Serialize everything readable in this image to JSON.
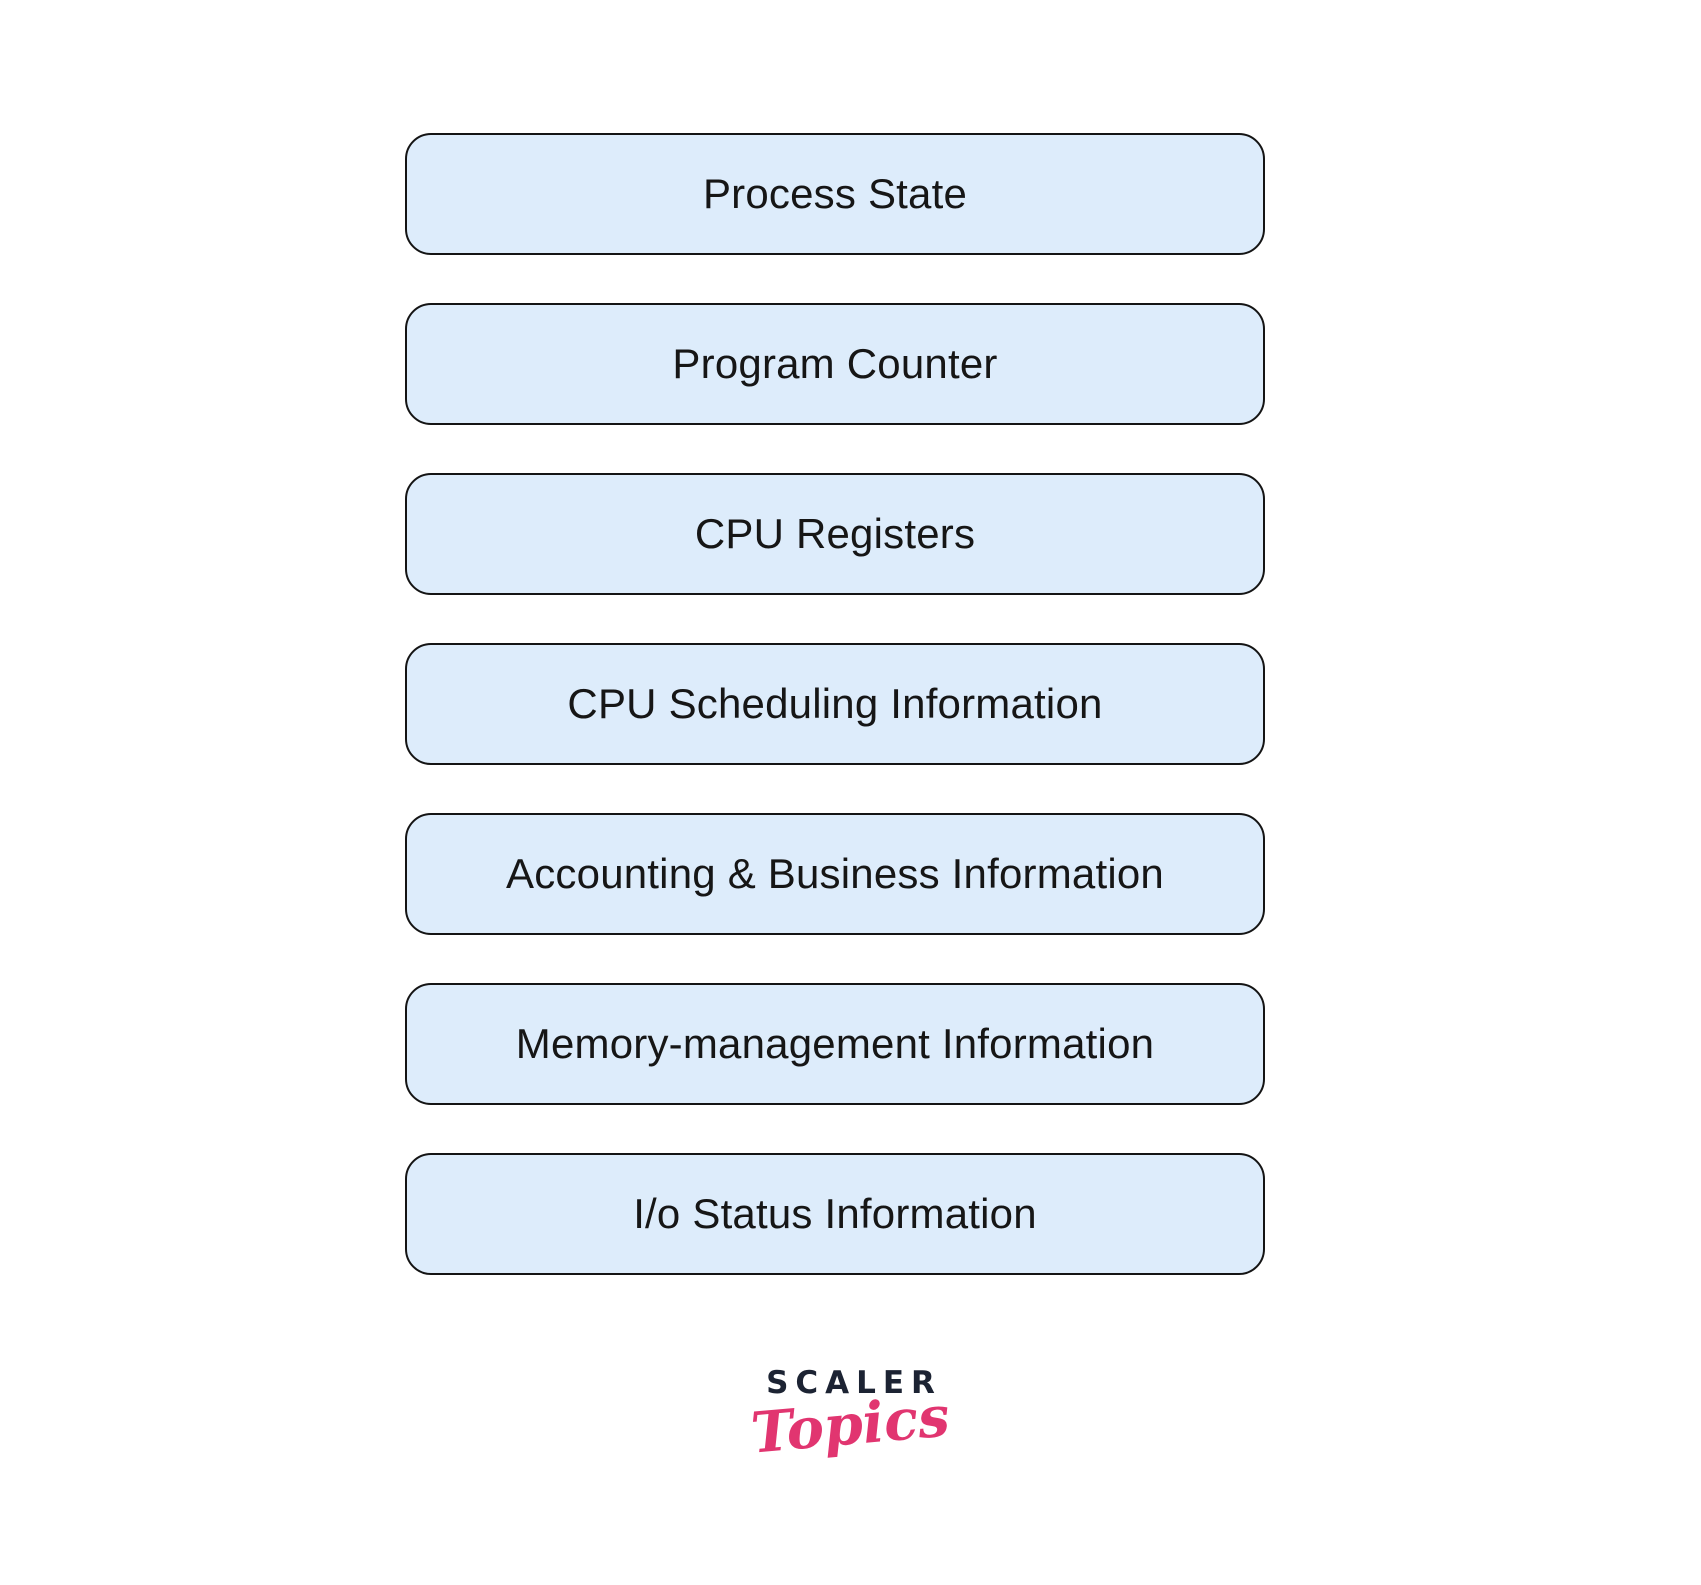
{
  "diagram": {
    "boxes": [
      {
        "label": "Process State"
      },
      {
        "label": "Program Counter"
      },
      {
        "label": "CPU Registers"
      },
      {
        "label": "CPU Scheduling Information"
      },
      {
        "label": "Accounting & Business Information"
      },
      {
        "label": "Memory-management Information"
      },
      {
        "label": "I/o Status Information"
      }
    ]
  },
  "logo": {
    "brand": "SCALER",
    "sub_brand": "Topics"
  },
  "colors": {
    "box_fill": "#ddecfb",
    "box_border": "#141414",
    "box_text": "#161616",
    "brand_navy": "#1c2333",
    "brand_pink": "#e13570"
  }
}
